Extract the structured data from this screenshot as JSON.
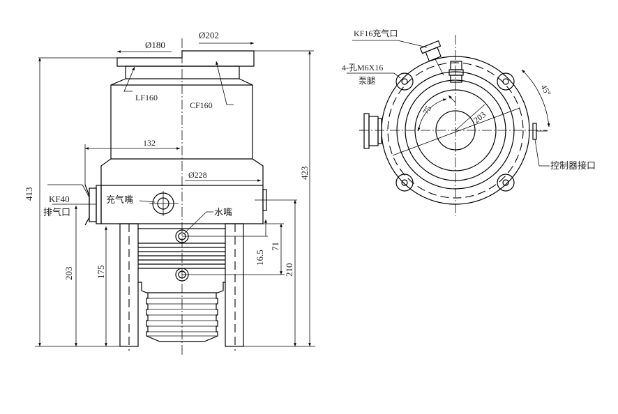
{
  "side_view": {
    "dim_180": "Ø180",
    "dim_202": "Ø202",
    "lf160": "LF160",
    "cf160": "CF160",
    "dim_132": "132",
    "dim_228": "Ø228",
    "dim_413": "413",
    "dim_423": "423",
    "kf40": "KF40",
    "exhaust": "排气口",
    "fill_nozzle": "充气嘴",
    "water_nozzle": "水嘴",
    "dim_16_5": "16.5",
    "dim_71": "71",
    "dim_210": "210",
    "dim_203": "203",
    "dim_175": "175"
  },
  "top_view": {
    "kf16": "KF16充气口",
    "holes": "4-孔M6X16",
    "pump_legs": "泵腿",
    "dim_45": "45°",
    "dim_75": "75",
    "dim_203": "203",
    "controller_port": "控制器接口"
  }
}
